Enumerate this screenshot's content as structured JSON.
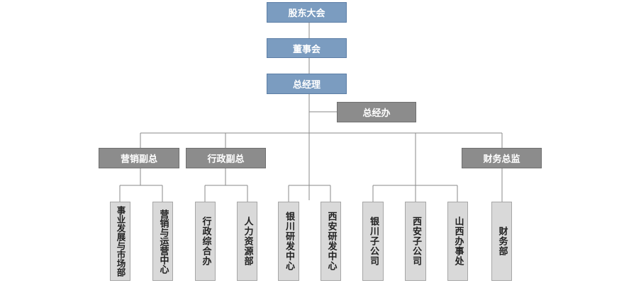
{
  "nodes": {
    "shareholders": "股东大会",
    "board": "董事会",
    "gm": "总经理",
    "gm_office": "总经办",
    "vp_marketing": "营销副总",
    "vp_admin": "行政副总",
    "cfo": "财务总监",
    "dept_business": "事业发展与市场部",
    "dept_marketing_ops": "营销与运营中心",
    "dept_admin_office": "行政综合办",
    "dept_hr": "人力资源部",
    "rd_yinchuan": "银川研发中心",
    "rd_xian": "西安研发中心",
    "sub_yinchuan": "银川子公司",
    "sub_xian": "西安子公司",
    "office_shanxi": "山西办事处",
    "dept_finance": "财务部"
  }
}
